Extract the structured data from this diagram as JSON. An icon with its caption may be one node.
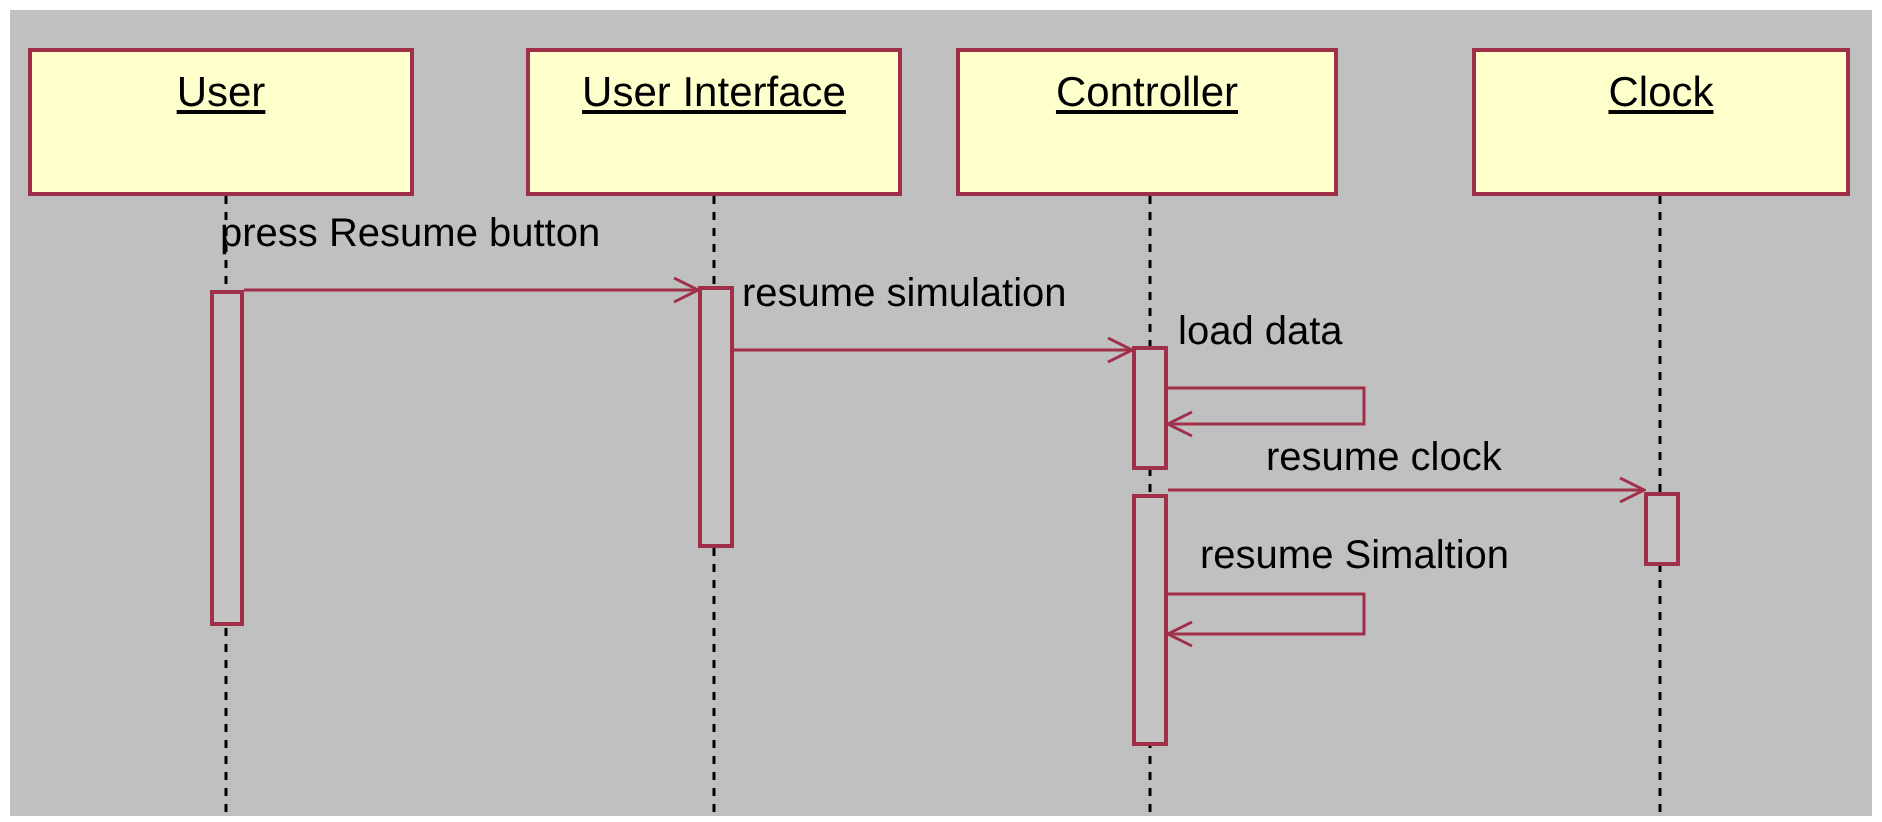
{
  "diagram": {
    "nodes": [
      {
        "text": [
          "User"
        ]
      },
      {
        "text": [
          "User Interface"
        ]
      },
      {
        "text": [
          "Controller"
        ]
      },
      {
        "text": [
          "Clock"
        ]
      },
      {
        "text": [],
        "shape": "bar"
      },
      {
        "text": [],
        "shape": "bar"
      },
      {
        "text": [],
        "shape": "bar"
      },
      {
        "text": [],
        "shape": "bar"
      },
      {
        "text": [],
        "shape": "bar"
      }
    ],
    "edges": [
      {
        "from": 4,
        "to": 5,
        "arrow": "to",
        "label": "press Resume button"
      },
      {
        "from": 5,
        "to": 6,
        "arrow": "to",
        "label": "resume simulation"
      },
      {
        "from": 6,
        "to": 6,
        "arrow": "to",
        "label": "load data"
      },
      {
        "from": 7,
        "to": 8,
        "arrow": "to",
        "label": "resume clock"
      },
      {
        "from": 7,
        "to": 7,
        "arrow": "to",
        "label": "resume Simaltion"
      }
    ]
  }
}
